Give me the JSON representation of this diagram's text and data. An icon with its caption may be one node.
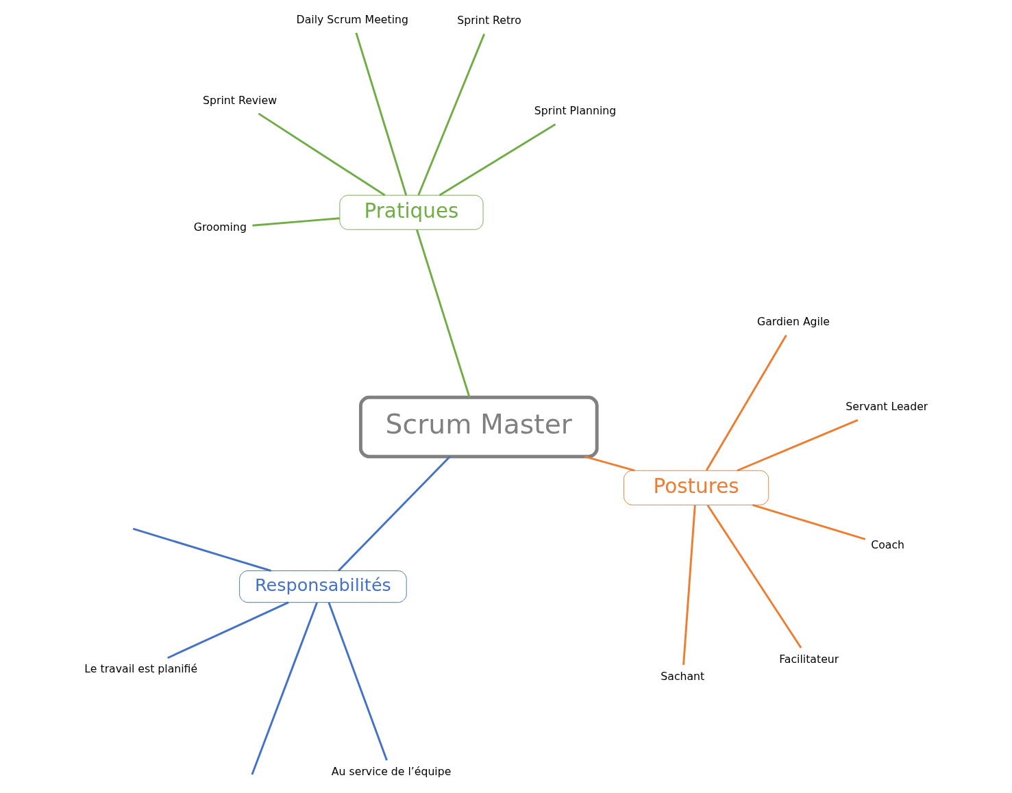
{
  "diagram": {
    "nodes": [
      {
        "text": [
          "Scrum Master"
        ]
      },
      {
        "text": [
          "Postures"
        ]
      },
      {
        "text": [
          "Responsabilités"
        ]
      },
      {
        "text": [
          "Pratiques"
        ]
      },
      {
        "text": [
          "Servant Leader"
        ]
      },
      {
        "text": [
          "Gardien Agile"
        ]
      },
      {
        "text": [
          "Sachant"
        ]
      },
      {
        "text": [
          "Coach"
        ]
      },
      {
        "text": [
          "Facilitateur"
        ]
      },
      {
        "text": [
          "Au service de l’équipe"
        ]
      },
      {
        "text": [
          "Le travail est planifié"
        ]
      },
      {
        "text": [
          "Grooming"
        ]
      },
      {
        "text": [
          "Sprint Planning"
        ]
      },
      {
        "text": [
          "Daily Scrum Meeting"
        ]
      },
      {
        "text": [
          "Sprint Review"
        ]
      },
      {
        "text": [
          "Sprint Retro"
        ]
      }
    ],
    "edges": [
      {
        "from": 0,
        "to": 1,
        "arrow": "none",
        "color": "#ed7d31"
      },
      {
        "from": 0,
        "to": 2,
        "arrow": "none",
        "color": "#4472c4"
      },
      {
        "from": 0,
        "to": 3,
        "arrow": "none",
        "color": "#70ad47"
      },
      {
        "from": 1,
        "to": 4,
        "arrow": "none",
        "color": "#ed7d31"
      },
      {
        "from": 1,
        "to": 5,
        "arrow": "none",
        "color": "#ed7d31"
      },
      {
        "from": 1,
        "to": 6,
        "arrow": "none",
        "color": "#ed7d31"
      },
      {
        "from": 1,
        "to": 7,
        "arrow": "none",
        "color": "#ed7d31"
      },
      {
        "from": 1,
        "to": 8,
        "arrow": "none",
        "color": "#ed7d31"
      },
      {
        "from": 2,
        "to": 9,
        "arrow": "none",
        "color": "#4472c4"
      },
      {
        "from": 2,
        "to": null,
        "arrow": "none",
        "color": "#4472c4"
      },
      {
        "from": 2,
        "to": null,
        "arrow": "none",
        "color": "#4472c4"
      },
      {
        "from": 2,
        "to": 10,
        "arrow": "none",
        "color": "#4472c4"
      },
      {
        "from": 3,
        "to": 11,
        "arrow": "none",
        "color": "#70ad47"
      },
      {
        "from": 3,
        "to": 12,
        "arrow": "none",
        "color": "#70ad47"
      },
      {
        "from": 3,
        "to": 13,
        "arrow": "none",
        "color": "#70ad47"
      },
      {
        "from": 3,
        "to": 14,
        "arrow": "none",
        "color": "#70ad47"
      },
      {
        "from": 3,
        "to": 15,
        "arrow": "none",
        "color": "#70ad47"
      }
    ]
  }
}
